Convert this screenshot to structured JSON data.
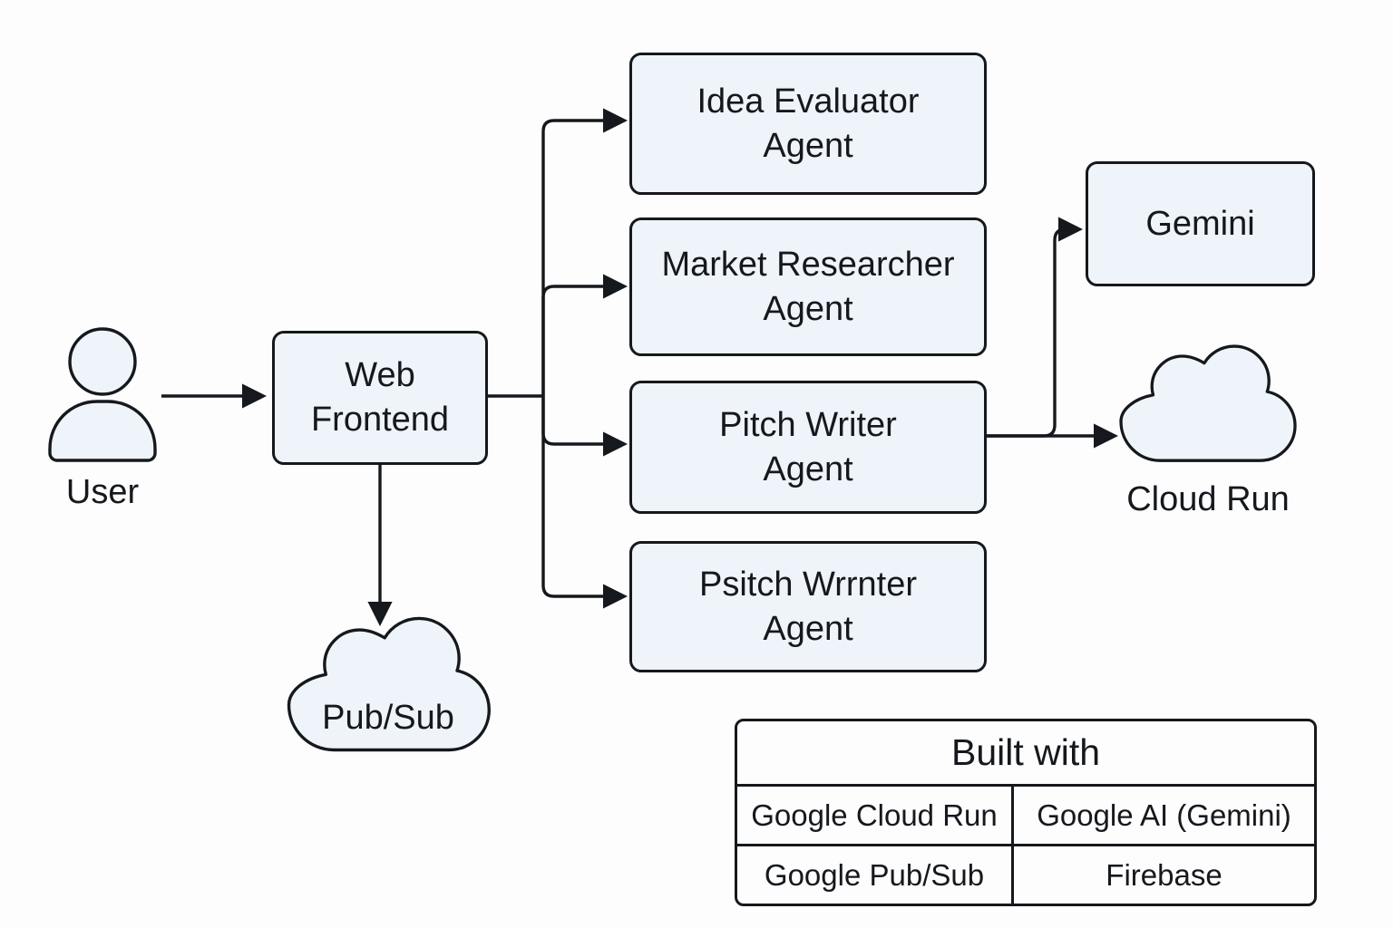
{
  "diagram": {
    "user_label": "User",
    "web_frontend": {
      "lines": [
        "Web",
        "Frontend"
      ]
    },
    "agents": [
      {
        "lines": [
          "Idea Evaluator",
          "Agent"
        ]
      },
      {
        "lines": [
          "Market Researcher",
          "Agent"
        ]
      },
      {
        "lines": [
          "Pitch Writer",
          "Agent"
        ]
      },
      {
        "lines": [
          "Psitch Wrrnter",
          "Agent"
        ]
      }
    ],
    "gemini_label": "Gemini",
    "cloud_run_label": "Cloud Run",
    "pub_sub_label": "Pub/Sub",
    "colors": {
      "node_fill": "#eef4f9",
      "stroke": "#15181c",
      "text": "#15181d",
      "background": "#fdfdfd"
    }
  },
  "table": {
    "title": "Built with",
    "rows": [
      [
        "Google Cloud Run",
        "Google AI (Gemini)"
      ],
      [
        "Google Pub/Sub",
        "Firebase"
      ]
    ]
  }
}
